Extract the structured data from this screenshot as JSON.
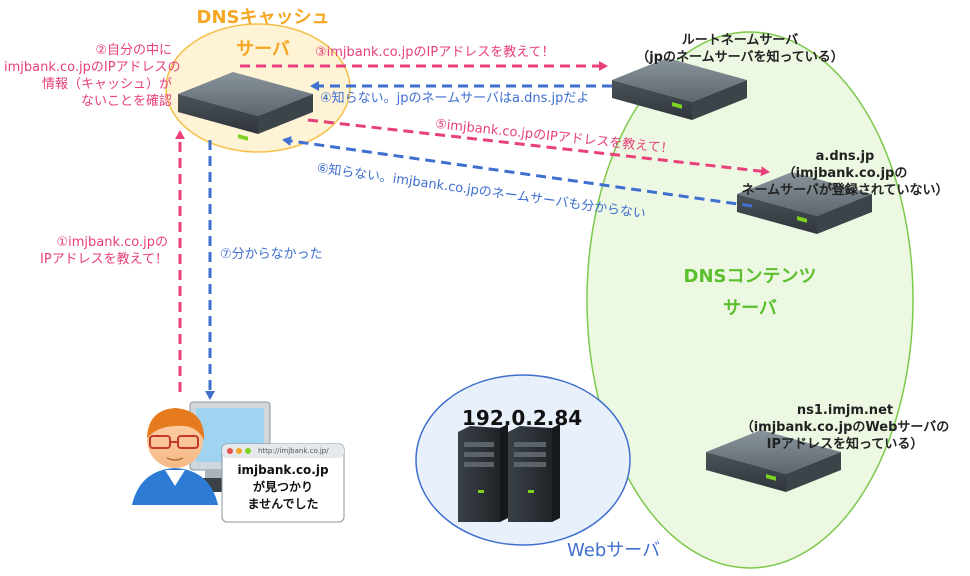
{
  "dns_cache": {
    "title_line1": "DNSキャッシュ",
    "title_line2": "サーバ"
  },
  "dns_contents": {
    "title_line1": "DNSコンテンツ",
    "title_line2": "サーバ"
  },
  "root_server": {
    "line1": "ルートネームサーバ",
    "line2": "（jpのネームサーバを知っている）"
  },
  "adns_server": {
    "line1": "a.dns.jp",
    "line2": "（imjbank.co.jpの",
    "line3": "ネームサーバが登録されていない）"
  },
  "ns1_server": {
    "line1": "ns1.imjm.net",
    "line2": "（imjbank.co.jpのWebサーバの",
    "line3": "IPアドレスを知っている）"
  },
  "web_server": {
    "ip": "192.0.2.84",
    "label": "Webサーバ"
  },
  "steps": {
    "s1_line1": "①imjbank.co.jpの",
    "s1_line2": "IPアドレスを教えて！",
    "s2_line1": "②自分の中に",
    "s2_line2": "imjbank.co.jpのIPアドレスの",
    "s2_line3": "情報（キャッシュ）が",
    "s2_line4": "ないことを確認",
    "s3": "③imjbank.co.jpのIPアドレスを教えて！",
    "s4": "④知らない。jpのネームサーバはa.dns.jpだよ",
    "s5": "⑤imjbank.co.jpのIPアドレスを教えて！",
    "s6": "⑥知らない。imjbank.co.jpのネームサーバも分からない",
    "s7": "⑦分からなかった"
  },
  "browser_popup": {
    "url": "http://imjbank.co.jp/",
    "line1": "imjbank.co.jp",
    "line2": "が見つかり",
    "line3": "ませんでした"
  },
  "colors": {
    "request_arrow": "#e8407a",
    "response_arrow": "#3f6fcf",
    "cache_ellipse_fill": "#fff3d6",
    "cache_ellipse_stroke": "#f5c04a",
    "contents_ellipse_fill": "#edf8e3",
    "contents_ellipse_stroke": "#7cc94a",
    "web_ellipse_fill": "#e8f0fb",
    "web_ellipse_stroke": "#3f6fcf"
  }
}
